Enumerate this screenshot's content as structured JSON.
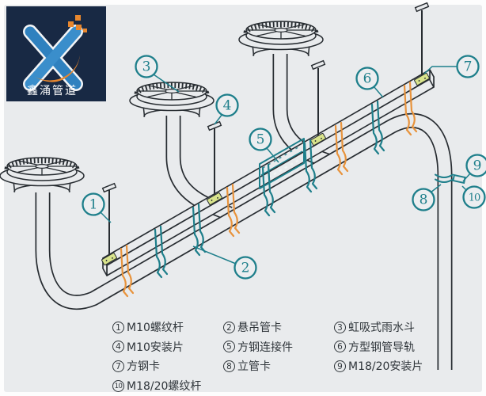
{
  "colors": {
    "canvas": "#e9ebed",
    "line": "#272c31",
    "teal": "#1e7f8b",
    "orange": "#e8933c",
    "joint_yellow": "#d9e48c",
    "logo_bg": "#182944",
    "logo_blue": "#2f81bf",
    "logo_orange": "#e8872e"
  },
  "logo": {
    "name": "鑫涌管道"
  },
  "diagram": {
    "callouts": [
      {
        "num": "1"
      },
      {
        "num": "2"
      },
      {
        "num": "3"
      },
      {
        "num": "4"
      },
      {
        "num": "5"
      },
      {
        "num": "6"
      },
      {
        "num": "7"
      },
      {
        "num": "8"
      },
      {
        "num": "9"
      },
      {
        "num": "10"
      }
    ]
  },
  "legend": {
    "items": [
      {
        "num": "1",
        "label": "M10螺纹杆"
      },
      {
        "num": "2",
        "label": "悬吊管卡"
      },
      {
        "num": "3",
        "label": "虹吸式雨水斗"
      },
      {
        "num": "4",
        "label": "M10安装片"
      },
      {
        "num": "5",
        "label": "方钢连接件"
      },
      {
        "num": "6",
        "label": "方型钢管导轨"
      },
      {
        "num": "7",
        "label": "方钢卡"
      },
      {
        "num": "8",
        "label": "立管卡"
      },
      {
        "num": "9",
        "label": "M18/20安装片"
      },
      {
        "num": "10",
        "label": "M18/20螺纹杆"
      }
    ]
  }
}
